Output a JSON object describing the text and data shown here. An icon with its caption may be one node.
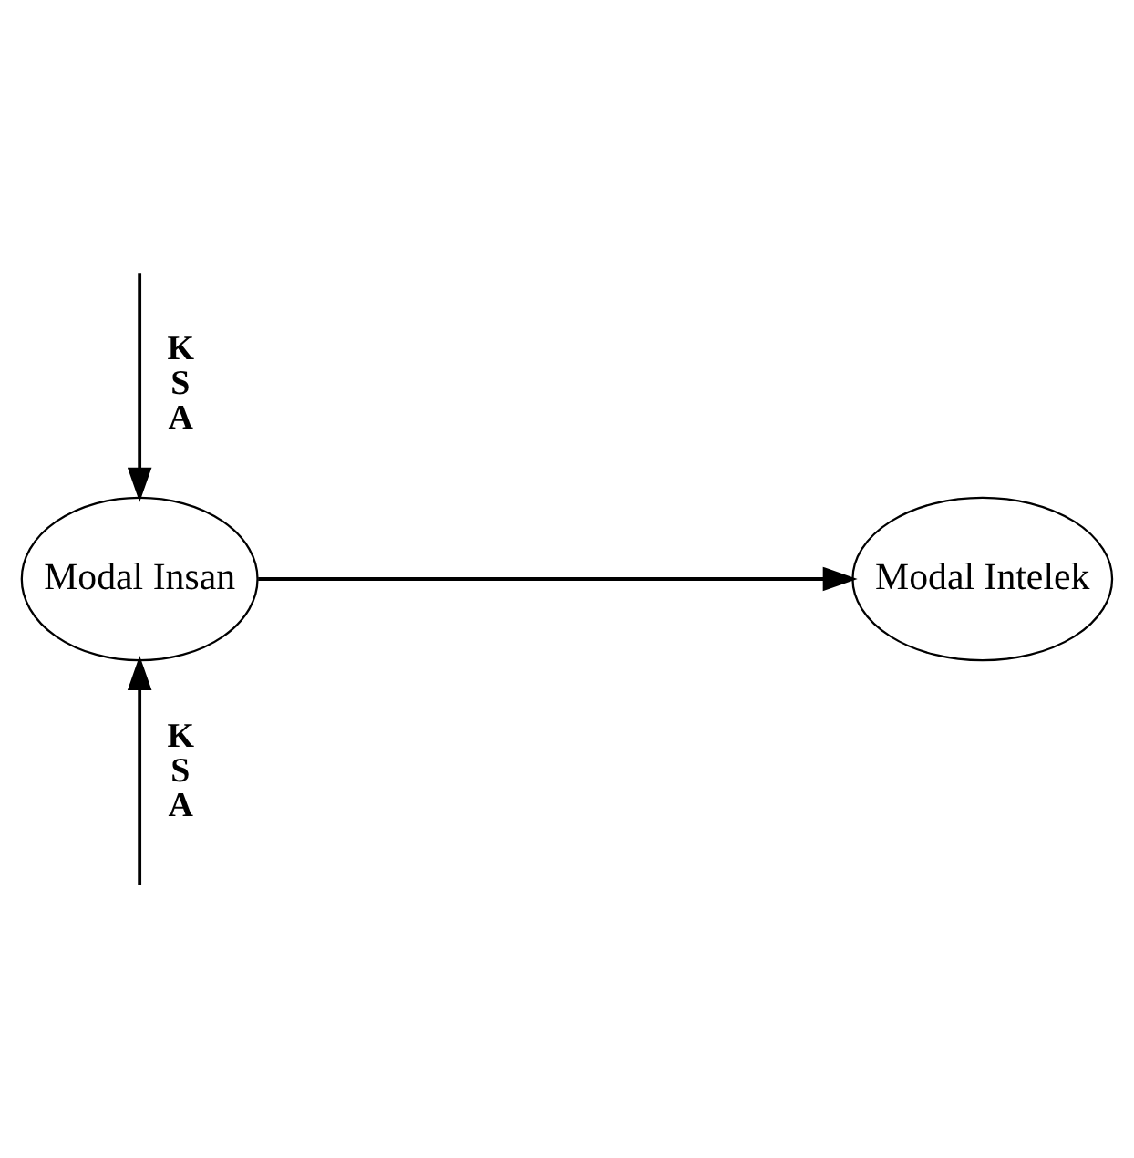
{
  "diagram": {
    "nodes": [
      {
        "text": [
          "Modal Insan"
        ]
      },
      {
        "text": [
          "Modal Intelek"
        ]
      }
    ],
    "edges": [
      {
        "from": null,
        "to": 0,
        "arrow": "to",
        "label": "K S A"
      },
      {
        "from": 0,
        "to": 1,
        "arrow": "to"
      },
      {
        "from": null,
        "to": 0,
        "arrow": "to",
        "label": "K S A"
      }
    ]
  }
}
